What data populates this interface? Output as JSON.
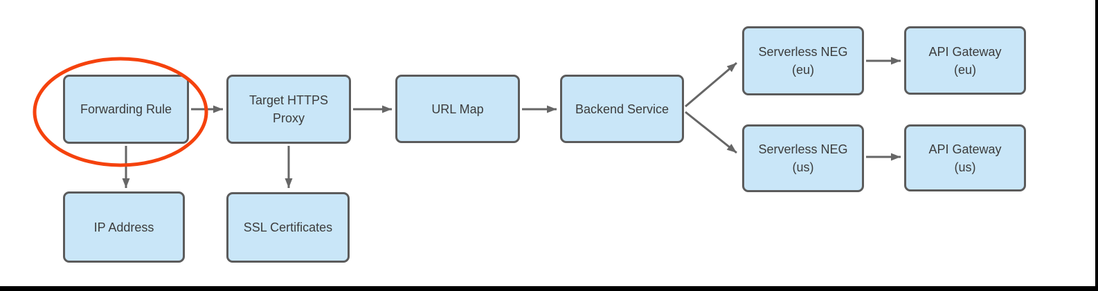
{
  "diagram": {
    "colors": {
      "node_fill": "#c9e6f8",
      "node_border": "#5b5b5b",
      "arrow": "#666666",
      "text": "#3c3c3c",
      "highlight": "#f5420d",
      "frame": "#000000",
      "background": "#ffffff"
    },
    "nodes": {
      "forwarding_rule": {
        "label": "Forwarding Rule"
      },
      "target_https_proxy": {
        "label": "Target HTTPS\nProxy"
      },
      "url_map": {
        "label": "URL Map"
      },
      "backend_service": {
        "label": "Backend Service"
      },
      "ip_address": {
        "label": "IP Address"
      },
      "ssl_certificates": {
        "label": "SSL Certificates"
      },
      "serverless_neg_eu": {
        "label": "Serverless NEG\n(eu)"
      },
      "api_gateway_eu": {
        "label": "API Gateway\n(eu)"
      },
      "serverless_neg_us": {
        "label": "Serverless NEG\n(us)"
      },
      "api_gateway_us": {
        "label": "API Gateway\n(us)"
      }
    },
    "edges": [
      {
        "from": "Forwarding Rule",
        "to": "Target HTTPS Proxy"
      },
      {
        "from": "Forwarding Rule",
        "to": "IP Address"
      },
      {
        "from": "Target HTTPS Proxy",
        "to": "URL Map"
      },
      {
        "from": "Target HTTPS Proxy",
        "to": "SSL Certificates"
      },
      {
        "from": "URL Map",
        "to": "Backend Service"
      },
      {
        "from": "Backend Service",
        "to": "Serverless NEG (eu)"
      },
      {
        "from": "Backend Service",
        "to": "Serverless NEG (us)"
      },
      {
        "from": "Serverless NEG (eu)",
        "to": "API Gateway (eu)"
      },
      {
        "from": "Serverless NEG (us)",
        "to": "API Gateway (us)"
      }
    ],
    "annotations": [
      {
        "type": "ellipse",
        "highlights": "Forwarding Rule",
        "color": "#f5420d"
      }
    ]
  }
}
